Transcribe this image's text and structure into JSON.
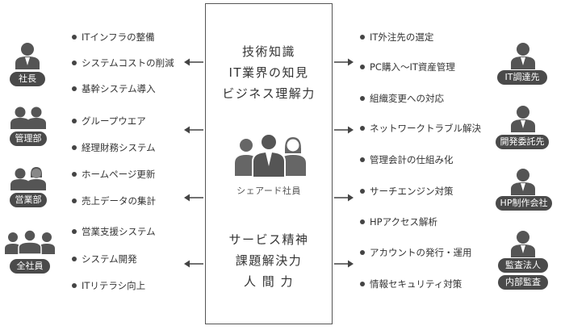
{
  "center": {
    "top_lines": [
      "技術知識",
      "IT業界の知見",
      "ビジネス理解力"
    ],
    "caption": "シェアード社員",
    "bottom_lines": [
      "サービス精神",
      "課題解決力",
      "人 間 力"
    ]
  },
  "left_groups": [
    {
      "label": "社長",
      "items": [
        "ITインフラの整備",
        "システムコストの削減",
        "基幹システム導入"
      ]
    },
    {
      "label": "管理部",
      "items": [
        "グループウエア",
        "経理財務システム"
      ]
    },
    {
      "label": "営業部",
      "items": [
        "ホームページ更新",
        "売上データの集計",
        "営業支援システム"
      ]
    },
    {
      "label": "全社員",
      "items": [
        "システム開発",
        "ITリテラシ向上"
      ]
    }
  ],
  "right_groups": [
    {
      "labels": [
        "IT調達先"
      ],
      "items": [
        "IT外注先の選定",
        "PC購入～IT資産管理",
        "組織変更への対応"
      ]
    },
    {
      "labels": [
        "開発委託先"
      ],
      "items": [
        "ネットワークトラブル解決",
        "管理会計の仕組み化"
      ]
    },
    {
      "labels": [
        "HP制作会社"
      ],
      "items": [
        "サーチエンジン対策",
        "HPアクセス解析"
      ]
    },
    {
      "labels": [
        "監査法人",
        "内部監査"
      ],
      "items": [
        "アカウントの発行・運用",
        "情報セキュリティ対策"
      ]
    }
  ]
}
